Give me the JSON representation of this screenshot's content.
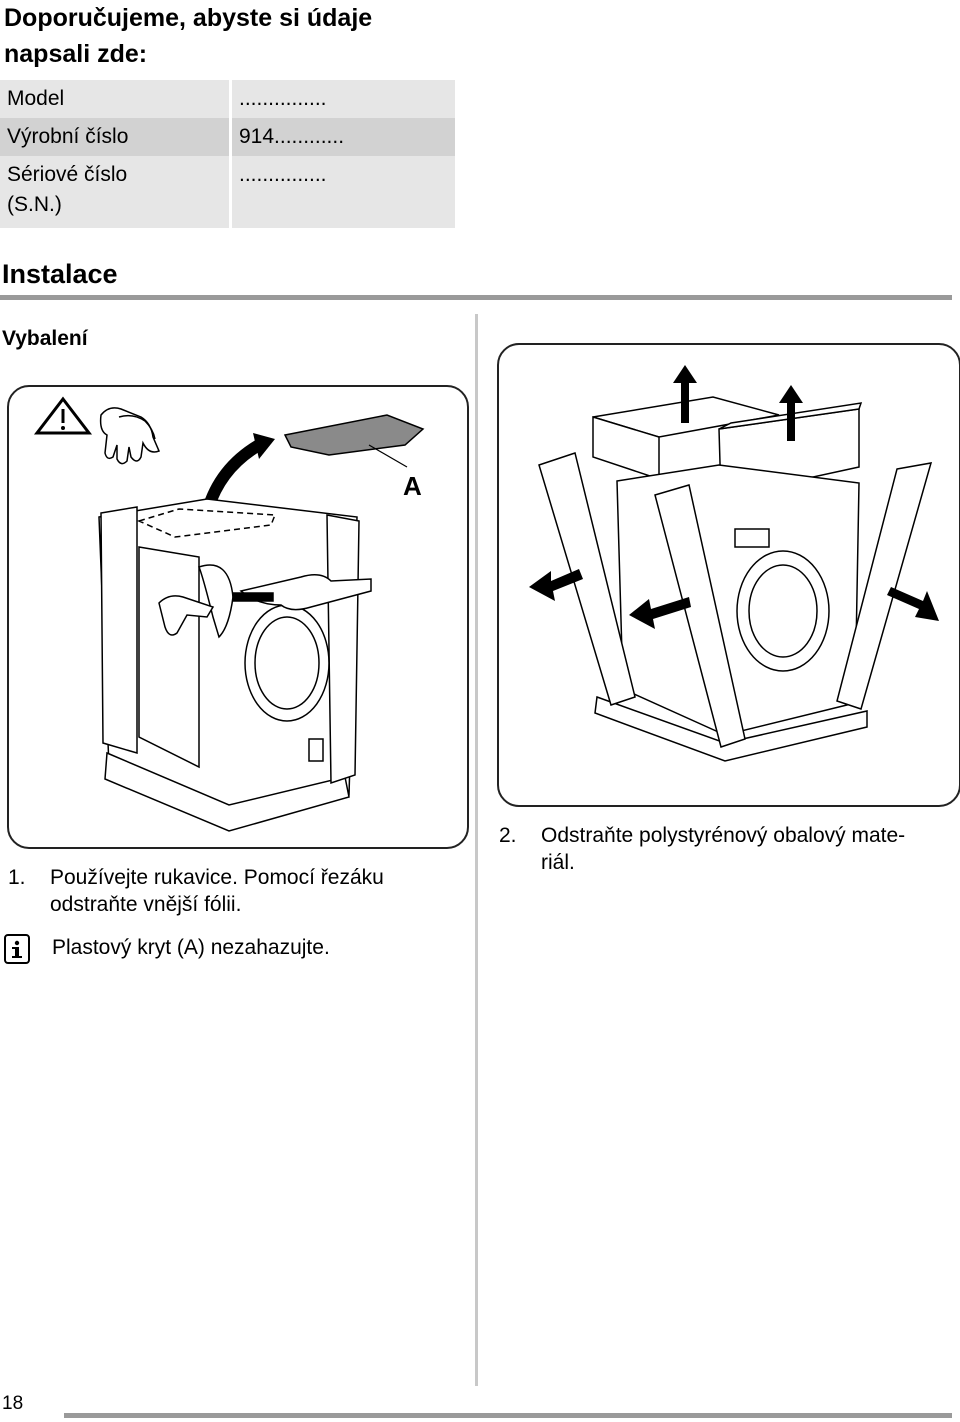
{
  "header": {
    "title_line1": "Doporučujeme, abyste si údaje",
    "title_line2": "napsali zde:"
  },
  "info_table": {
    "rows": [
      {
        "label": "Model",
        "value": "..............."
      },
      {
        "label": "Výrobní číslo",
        "value": "914............"
      },
      {
        "label_line1": "Sériové číslo",
        "label_line2": "(S.N.)",
        "value": "..............."
      }
    ]
  },
  "section": {
    "title": "Instalace",
    "subtitle": "Vybalení"
  },
  "figure1": {
    "label_a": "A"
  },
  "steps": [
    {
      "number": "1.",
      "text_line1": "Používejte rukavice. Pomocí řezáku",
      "text_line2": "odstraňte vnější fólii."
    },
    {
      "number": "2.",
      "text_line1": "Odstraňte polystyrénový obalový mate-",
      "text_line2": "riál."
    }
  ],
  "note": {
    "icon": "info-icon",
    "text": "Plastový kryt (A) nezahazujte."
  },
  "footer": {
    "page_number": "18"
  },
  "colors": {
    "table_light": "#e6e6e6",
    "table_dark": "#d2d2d2",
    "rule_gray": "#9a9a9a"
  }
}
